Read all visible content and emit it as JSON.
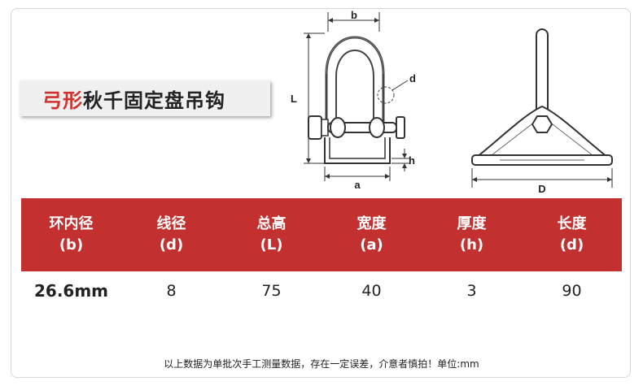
{
  "title": {
    "accent": "弓形",
    "rest": "秋千固定盘吊钩"
  },
  "diagram": {
    "label_b": "b",
    "label_d_wire": "d",
    "label_L": "L",
    "label_h": "h",
    "label_a": "a",
    "label_D": "D"
  },
  "table": {
    "headers": [
      {
        "name": "环内径",
        "symbol": "(b)"
      },
      {
        "name": "线径",
        "symbol": "(d)"
      },
      {
        "name": "总高",
        "symbol": "(L)"
      },
      {
        "name": "宽度",
        "symbol": "(a)"
      },
      {
        "name": "厚度",
        "symbol": "(h)"
      },
      {
        "name": "长度",
        "symbol": "(d)"
      }
    ],
    "values": [
      "26.6mm",
      "8",
      "75",
      "40",
      "3",
      "90"
    ]
  },
  "note": "以上数据为单批次手工测量数据，存在一定误差，介意者慎拍！单位:mm",
  "colors": {
    "header_bg": "#c23130",
    "accent_text": "#d0312d"
  }
}
